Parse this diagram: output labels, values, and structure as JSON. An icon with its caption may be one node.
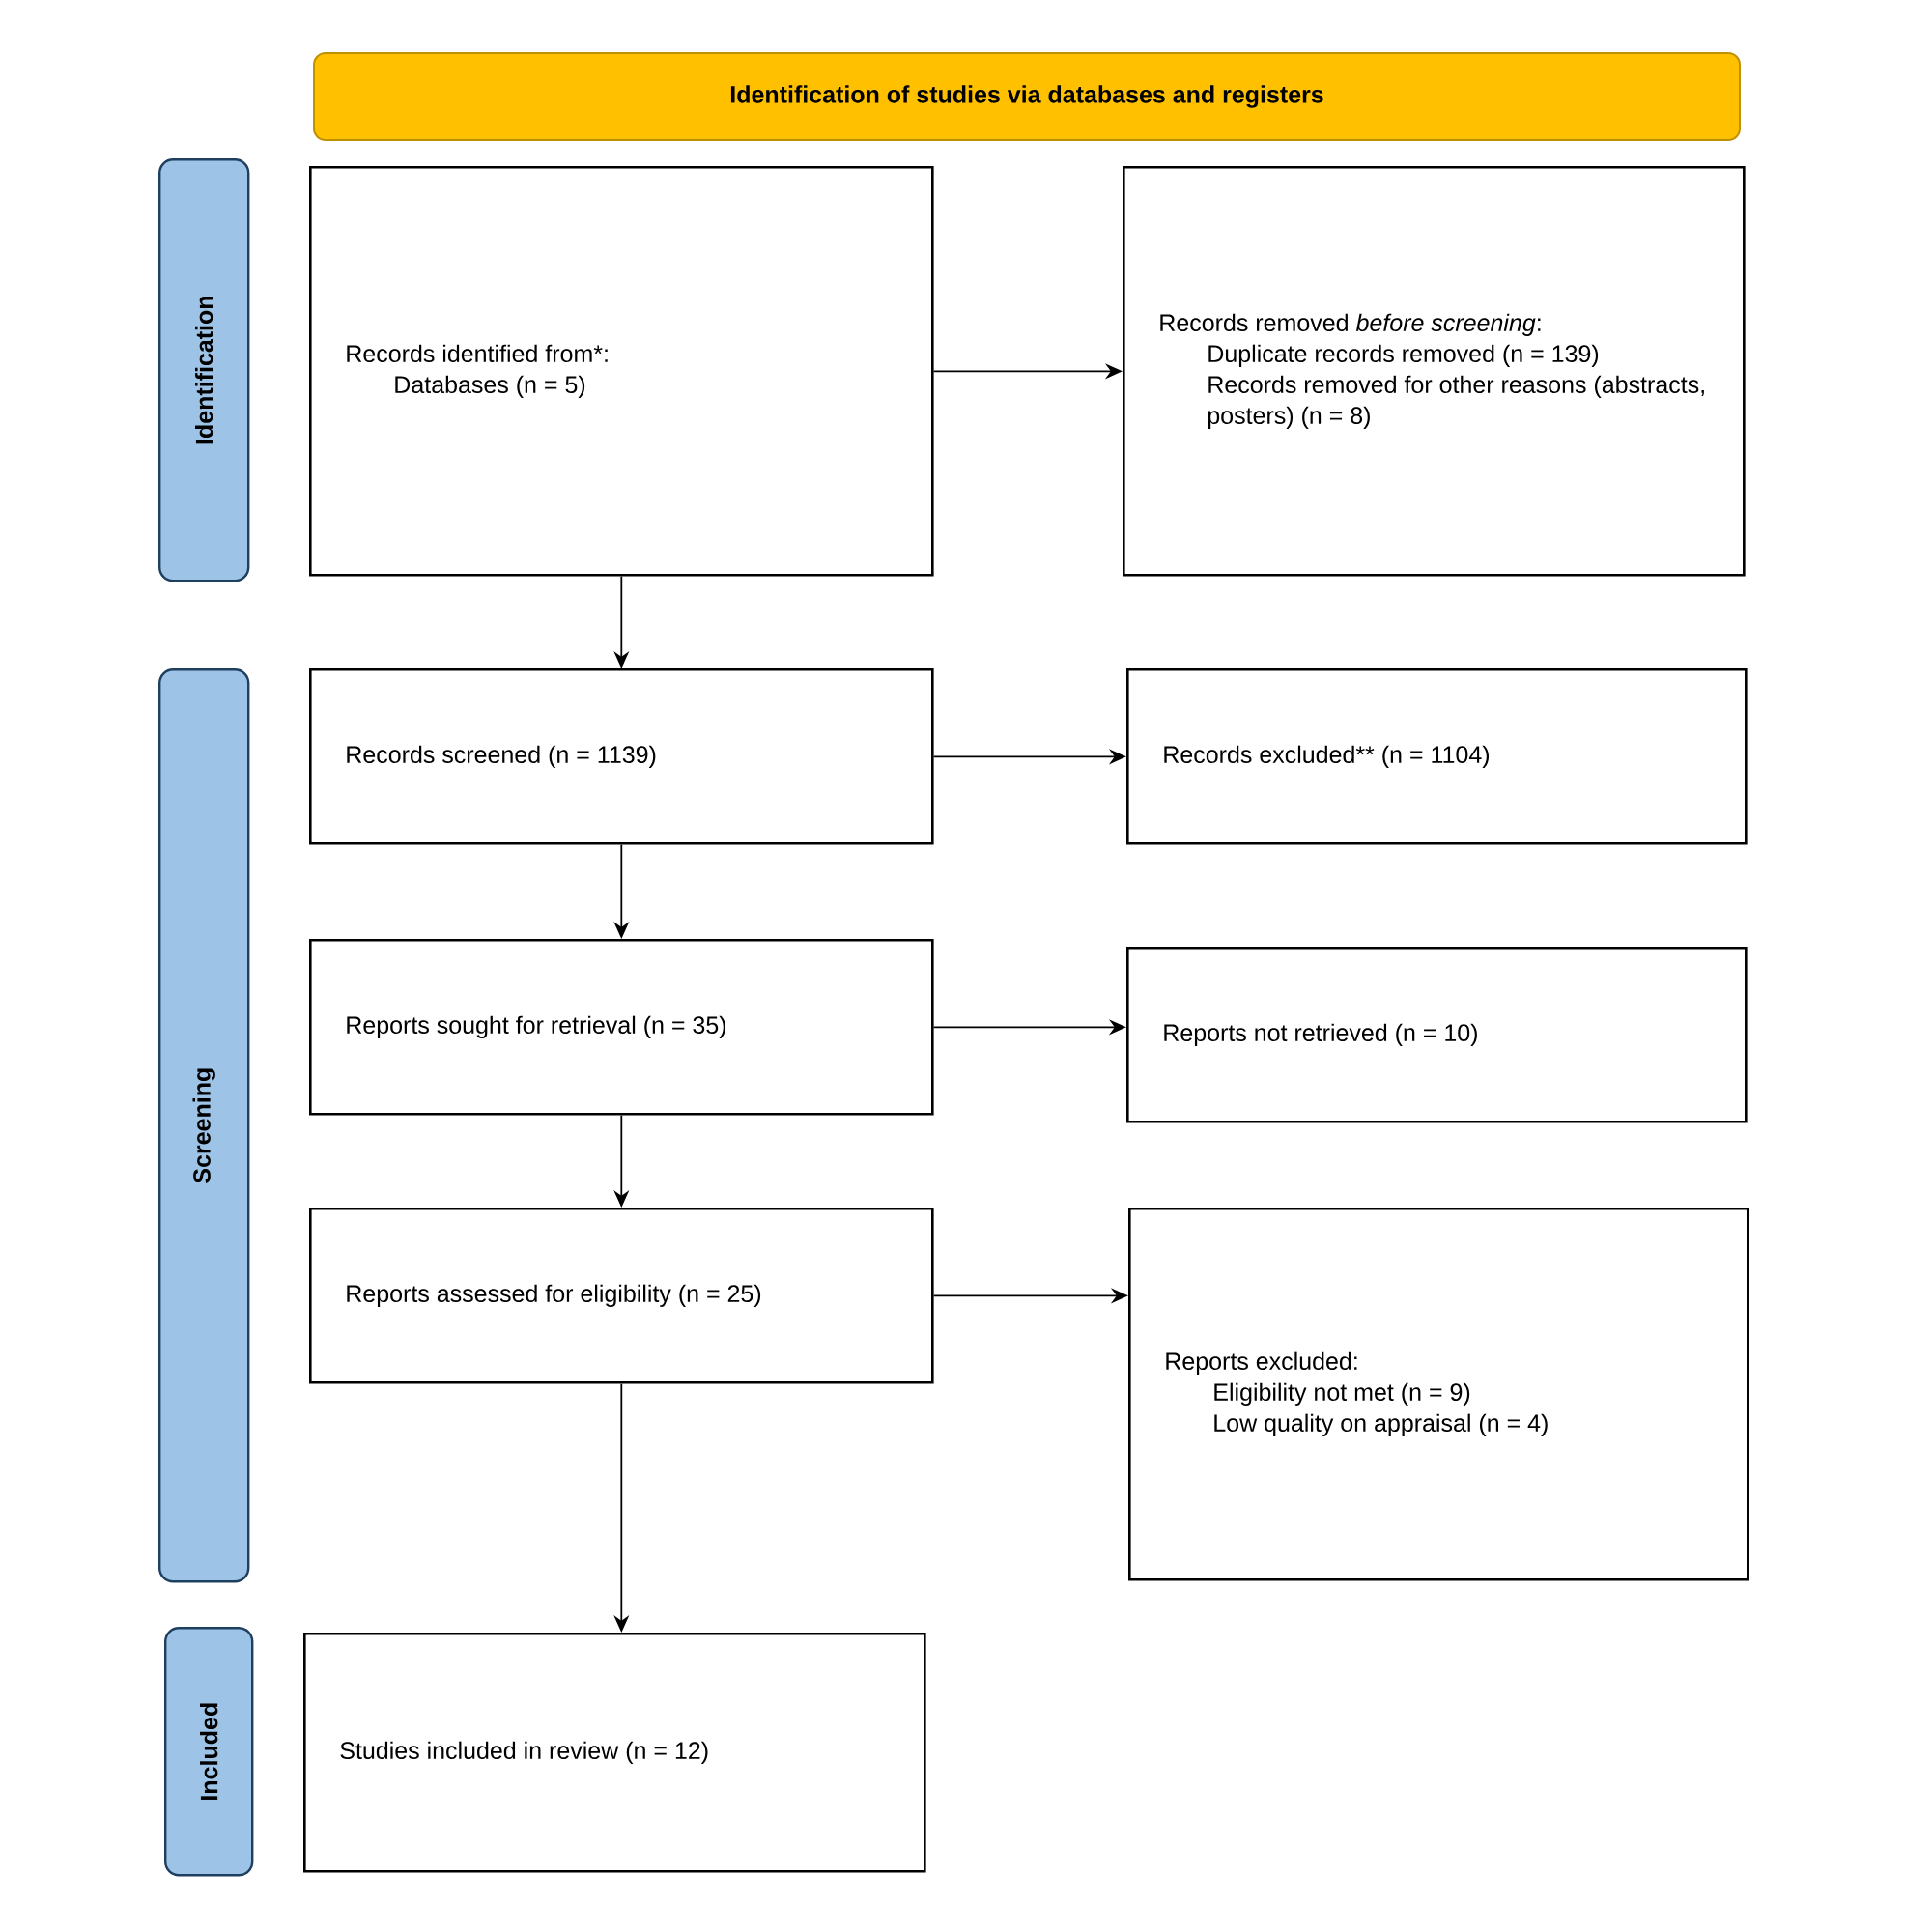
{
  "diagram": {
    "nodes": [
      {
        "text": [
          "Identification of studies via databases and registers"
        ]
      },
      {
        "text": [
          "Identification"
        ]
      },
      {
        "text": [
          "Screening"
        ]
      },
      {
        "text": [
          "Included"
        ]
      },
      {
        "text": [
          "Records identified from*:",
          "Databases (n = 5)"
        ]
      },
      {
        "text": [
          "Records removed *before screening*:",
          "Duplicate records removed (n = 139)",
          "Records removed for other reasons (abstracts, posters) (n = 8)"
        ]
      },
      {
        "text": [
          "Records screened (n = 1139)"
        ]
      },
      {
        "text": [
          "Records excluded** (n = 1104)"
        ]
      },
      {
        "text": [
          "Reports sought for retrieval (n = 35)"
        ]
      },
      {
        "text": [
          "Reports not retrieved (n = 10)"
        ]
      },
      {
        "text": [
          "Reports assessed for eligibility (n = 25)"
        ]
      },
      {
        "text": [
          "Reports excluded:",
          "Eligibility not met (n = 9)",
          "Low quality on appraisal (n = 4)"
        ]
      },
      {
        "text": [
          "Studies included in review (n = 12)"
        ]
      }
    ],
    "edges": [
      {
        "from": 4,
        "to": 5,
        "arrow": "to"
      },
      {
        "from": 4,
        "to": 6,
        "arrow": "to"
      },
      {
        "from": 6,
        "to": 7,
        "arrow": "to"
      },
      {
        "from": 6,
        "to": 8,
        "arrow": "to"
      },
      {
        "from": 8,
        "to": 9,
        "arrow": "to"
      },
      {
        "from": 8,
        "to": 10,
        "arrow": "to"
      },
      {
        "from": 10,
        "to": 11,
        "arrow": "to"
      },
      {
        "from": 10,
        "to": 12,
        "arrow": "to"
      }
    ]
  }
}
